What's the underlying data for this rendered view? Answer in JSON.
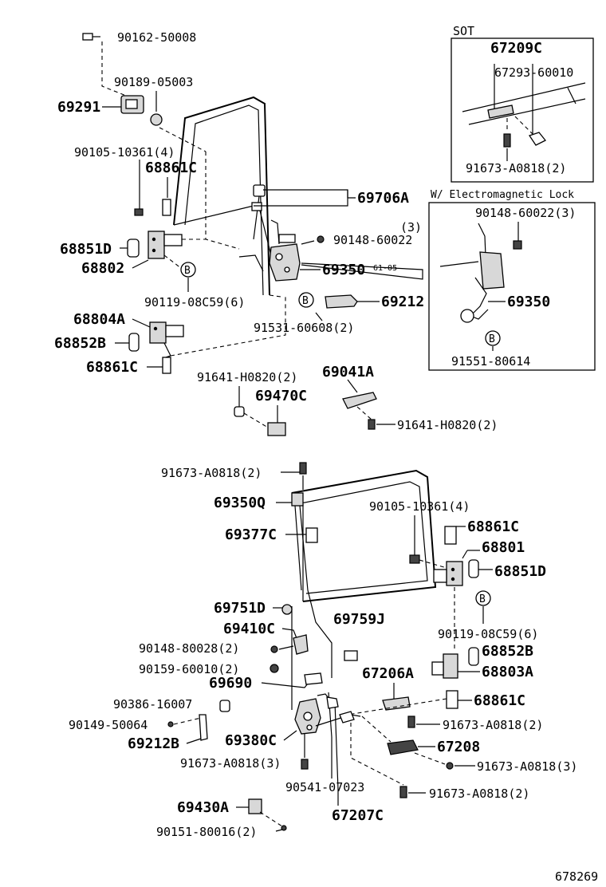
{
  "labels": {
    "p90162_50008": "90162-50008",
    "p90189_05003": "90189-05003",
    "p69291": "69291",
    "p90105_10361_4_top": "90105-10361(4)",
    "p68861C_top": "68861C",
    "p68851D_left": "68851D",
    "p68802": "68802",
    "p90119_08C59_6_left": "90119-08C59(6)",
    "p68804A": "68804A",
    "p68852B_left": "68852B",
    "p68861C_left_low": "68861C",
    "p69706A": "69706A",
    "p3": "(3)",
    "p90148_60022": "90148-60022",
    "p69350_main": "69350",
    "p69212": "69212",
    "p91531_60608_2": "91531-60608(2)",
    "p91641_H0820_2_a": "91641-H0820(2)",
    "p69041A": "69041A",
    "p69470C": "69470C",
    "p91641_H0820_2_b": "91641-H0820(2)",
    "p91673_A0818_2_a": "91673-A0818(2)",
    "p69350Q": "69350Q",
    "p90105_10361_4_low": "90105-10361(4)",
    "p68861C_r1": "68861C",
    "p69377C": "69377C",
    "p68801": "68801",
    "p68851D_r": "68851D",
    "p69751D": "69751D",
    "p69759J": "69759J",
    "p69410C": "69410C",
    "p90119_08C59_6_r": "90119-08C59(6)",
    "p90148_80028_2": "90148-80028(2)",
    "p68852B_r": "68852B",
    "p90159_60010_2": "90159-60010(2)",
    "p67206A": "67206A",
    "p68803A": "68803A",
    "p69690": "69690",
    "p90386_16007": "90386-16007",
    "p68861C_r2": "68861C",
    "p90149_50064": "90149-50064",
    "p91673_A0818_2_b": "91673-A0818(2)",
    "p69380C": "69380C",
    "p69212B": "69212B",
    "p67208": "67208",
    "p91673_A0818_3_a": "91673-A0818(3)",
    "p91673_A0818_3_b": "91673-A0818(3)",
    "p90541_07023": "90541-07023",
    "p91673_A0818_2_c": "91673-A0818(2)",
    "p69430A": "69430A",
    "p67207C": "67207C",
    "p90151_80016_2": "90151-80016(2)",
    "ref_B": "B",
    "small_note": "61-05",
    "figure_id": "678269"
  },
  "sot_box": {
    "title": "SOT",
    "p67209C": "67209C",
    "p67293_60010": "67293-60010",
    "p91673_A0818_2": "91673-A0818(2)"
  },
  "em_box": {
    "title": "W/ Electromagnetic Lock",
    "p90148_60022_3": "90148-60022(3)",
    "p69350": "69350",
    "p91551_80614": "91551-80614",
    "ref_B": "B"
  }
}
